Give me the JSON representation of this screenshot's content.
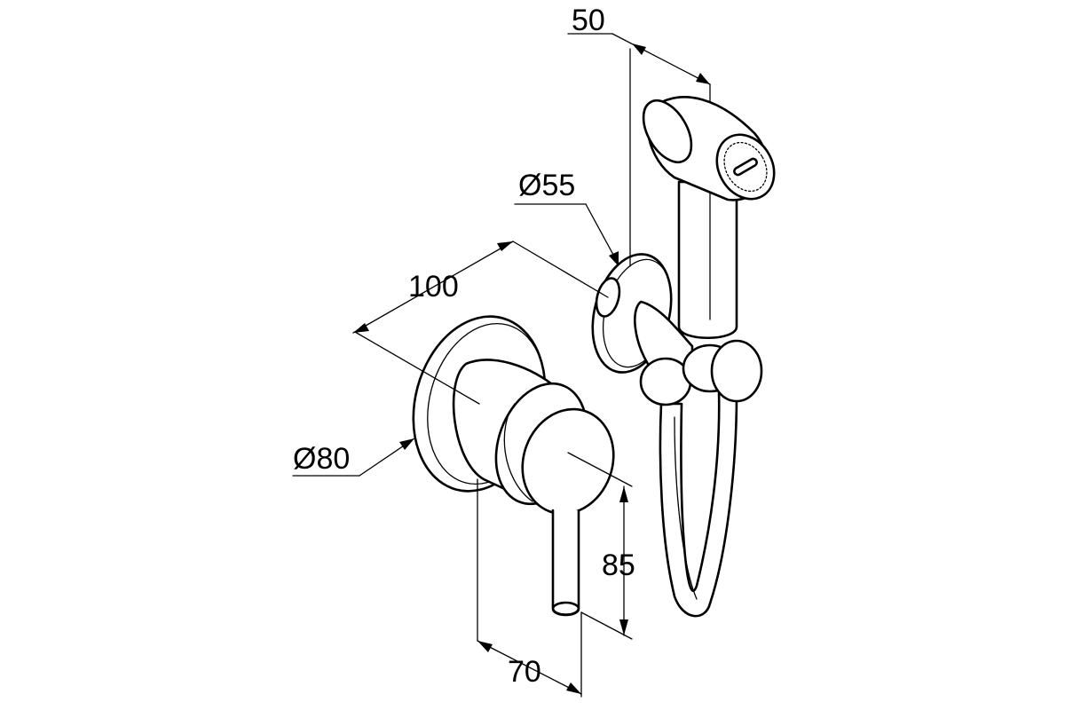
{
  "drawing": {
    "dimensions": {
      "top_width": "50",
      "holder_diameter": "Ø55",
      "depth": "100",
      "rosette_diameter": "Ø80",
      "lever_height": "85",
      "lever_offset": "70"
    }
  }
}
